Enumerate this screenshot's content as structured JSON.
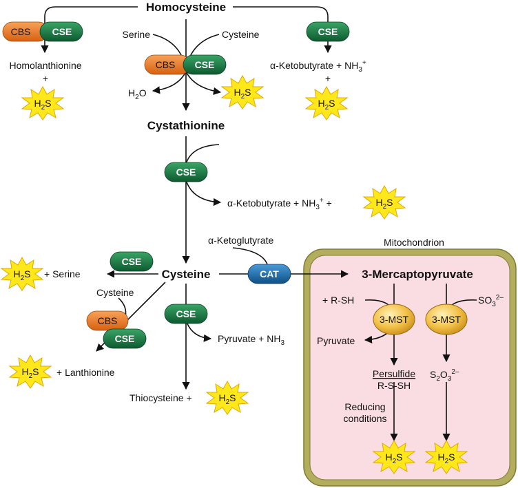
{
  "compounds": {
    "homocysteine": "Homocysteine",
    "cystathionine": "Cystathionine",
    "cysteine": "Cysteine",
    "mercaptopyruvate": "3-Mercaptopyruvate",
    "homolanthionine": "Homolanthionine",
    "serine": "Serine",
    "cysteine_small": "Cysteine",
    "water": "H",
    "water_sub": "2",
    "water_tail": "O",
    "akb1": "α-Ketobutyrate + NH",
    "akb1_sub": "3",
    "akb1_sup": "+",
    "plus": "+",
    "akb2": "α-Ketobutyrate + NH",
    "akb2_sub": "3",
    "akb2_sup": "+",
    "akb2_tail": " +",
    "akg": "α-Ketoglutyrate",
    "plus_serine": "+ Serine",
    "cysteine_left": "Cysteine",
    "plus_lanthionine": "+ Lanthionine",
    "pyruvate_nh3": "Pyruvate + NH",
    "pyruvate_nh3_sub": "3",
    "thiocysteine": "Thiocysteine +",
    "rsh": "+ R-SH",
    "so3": "SO",
    "so3_sub": "3",
    "so3_sup": "2–",
    "pyruvate": "Pyruvate",
    "persulfide": "Persulfide",
    "rssh": "R-S-SH",
    "s2o3": "S",
    "s2o3_sub1": "2",
    "s2o3_o": "O",
    "s2o3_sub2": "3",
    "s2o3_sup": "2–",
    "reducing1": "Reducing",
    "reducing2": "conditions"
  },
  "enzymes": {
    "cbs": "CBS",
    "cse": "CSE",
    "cat": "CAT",
    "mst": "3-MST"
  },
  "h2s": {
    "h": "H",
    "sub": "2",
    "s": "S"
  },
  "mitochondrion": "Mitochondrion",
  "colors": {
    "cbs": "#e8771f",
    "cse": "#15733e",
    "cat": "#1a6aa8",
    "mst": "#f0b83a",
    "burst": "#ffe81a",
    "mito_fill": "#f9dde3",
    "mito_border": "#9a9a4a"
  }
}
